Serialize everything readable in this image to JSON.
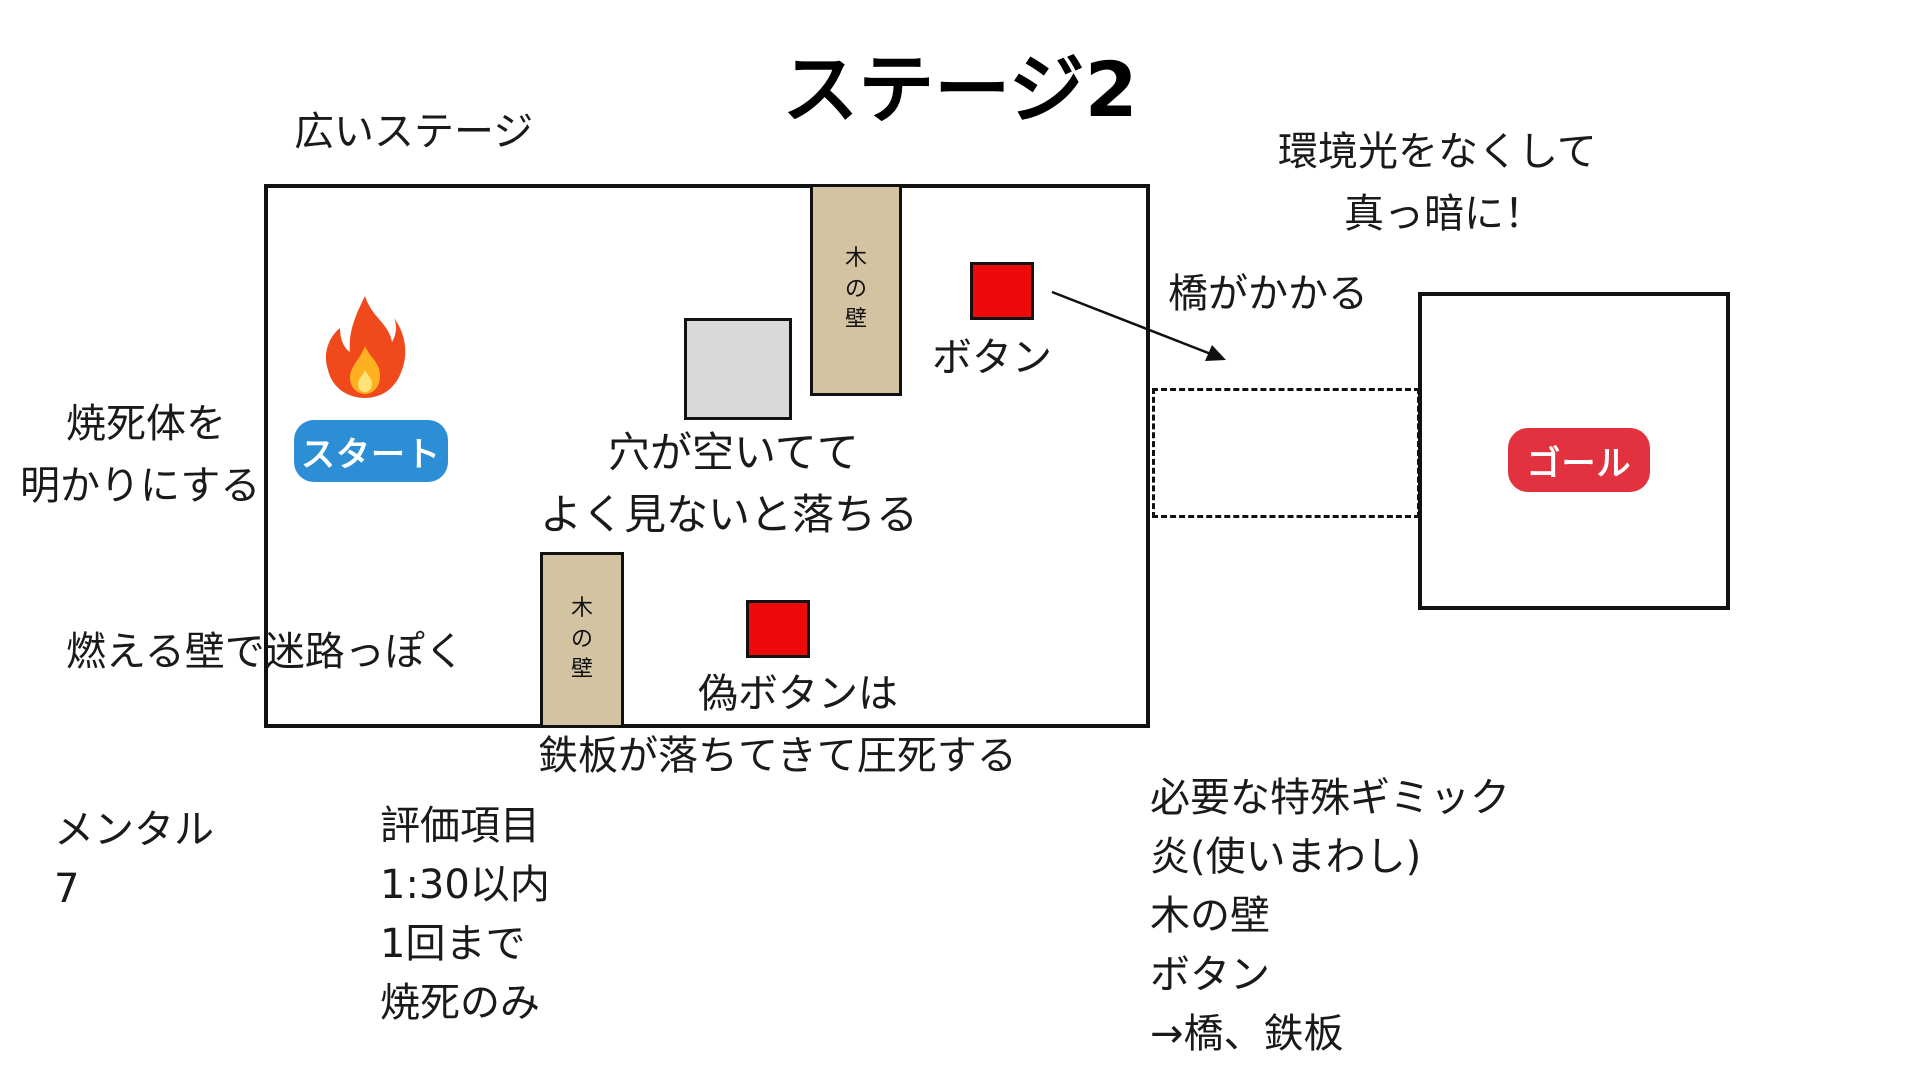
{
  "title": "ステージ2",
  "labels": {
    "wide_stage": "広いステージ",
    "ambient": [
      "環境光をなくして",
      "真っ暗に！"
    ],
    "bridge_appears": "橋がかかる",
    "button": "ボタン",
    "hole": [
      "穴が空いてて",
      "よく見ないと落ちる"
    ],
    "corpse": [
      "焼死体を",
      "明かりにする"
    ],
    "burning_walls": "燃える壁で迷路っぽく",
    "fake_button": [
      "偽ボタンは",
      "鉄板が落ちてきて圧死する"
    ]
  },
  "wood_wall_text": [
    "木",
    "の",
    "壁"
  ],
  "badges": {
    "start": "スタート",
    "goal": "ゴール"
  },
  "mental": {
    "label": "メンタル",
    "value": "7"
  },
  "evaluation": {
    "heading": "評価項目",
    "items": [
      "1:30以内",
      "1回まで",
      "焼死のみ"
    ]
  },
  "gimmicks": {
    "heading": "必要な特殊ギミック",
    "items": [
      "炎(使いまわし)",
      "木の壁",
      "ボタン",
      "→橋、鉄板"
    ]
  },
  "colors": {
    "button_red": "#ee0a0a",
    "wood": "#d3c3a3",
    "gray_block": "#d9d9d9",
    "start_blue": "#2c8fd6",
    "goal_red": "#e3323f",
    "flame_outer": "#f04a1c",
    "flame_inner": "#ffb020"
  },
  "icons": {
    "flame": "flame-icon"
  }
}
